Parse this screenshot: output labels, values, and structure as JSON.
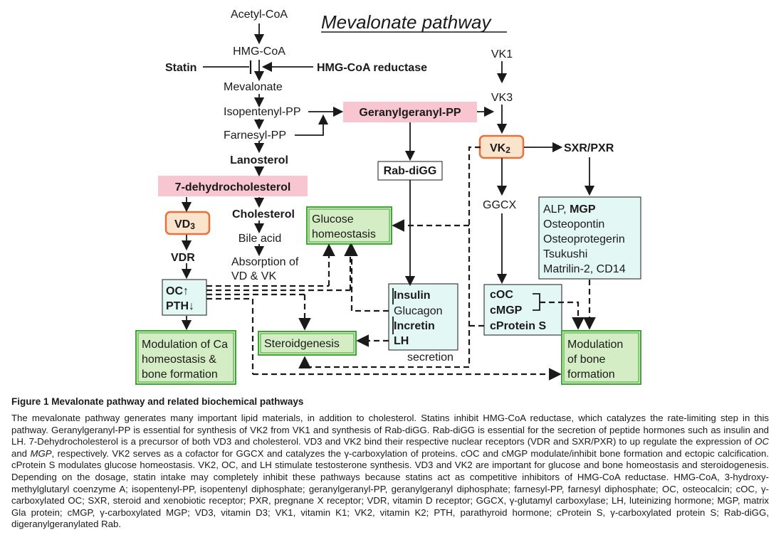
{
  "diagram": {
    "title": "Mevalonate pathway",
    "nodes": {
      "acetyl_coa": "Acetyl-CoA",
      "hmg_coa": "HMG-CoA",
      "statin": "Statin",
      "hmg_coa_reductase": "HMG-CoA reductase",
      "mevalonate": "Mevalonate",
      "isopentenyl_pp": "Isopentenyl-PP",
      "farnesyl_pp": "Farnesyl-PP",
      "geranylgeranyl_pp": "Geranylgeranyl-PP",
      "lanosterol": "Lanosterol",
      "dehydrocholesterol": "7-dehydrocholesterol",
      "cholesterol": "Cholesterol",
      "bile_acid": "Bile acid",
      "absorption_line1": "Absorption of",
      "absorption_line2": "VD & VK",
      "vd3": "VD",
      "vd3_sub": "3",
      "vdr": "VDR",
      "oc_up": "OC↑",
      "pth_down": "PTH↓",
      "rab_digg": "Rab-diGG",
      "glucose_line1": "Glucose",
      "glucose_line2": "homeostasis",
      "vk1": "VK1",
      "vk3": "VK3",
      "vk2": "VK",
      "vk2_sub": "2",
      "sxr_pxr": "SXR/PXR",
      "ggcx": "GGCX",
      "alp_prefix": "ALP, ",
      "mgp": "MGP",
      "osteopontin": "Osteopontin",
      "osteoprotegerin": "Osteoprotegerin",
      "tsukushi": "Tsukushi",
      "matrilin": "Matrilin-2, CD14",
      "insulin": "Insulin",
      "glucagon": "Glucagon",
      "incretin": "Incretin",
      "lh": "LH",
      "secretion": "secretion",
      "coc": "cOC",
      "cmgp": "cMGP",
      "cprotein_s": "cProtein S",
      "modulation_ca_line1": "Modulation of Ca",
      "modulation_ca_line2": "homeostasis &",
      "modulation_ca_line3": "bone formation",
      "steroidgenesis": "Steroidgenesis",
      "modulation_bone_line1": "Modulation",
      "modulation_bone_line2": "of bone",
      "modulation_bone_line3": "formation"
    }
  },
  "caption": {
    "title": "Figure 1 Mevalonate pathway and related biochemical pathways",
    "body_parts": [
      "The mevalonate pathway generates many important lipid materials, in addition to cholesterol. Statins inhibit HMG-CoA reductase, which catalyzes the rate-limiting step in this pathway. Geranylgeranyl-PP is essential for synthesis of VK2 from VK1 and synthesis of Rab-diGG. Rab-diGG is essential for the secretion of peptide hormones such as insulin and LH. 7-Dehydrocholesterol is a precursor of both VD3 and cholesterol. VD3 and VK2 bind their respective nuclear receptors (VDR and SXR/PXR) to up regulate the expression of ",
      "OC",
      " and ",
      "MGP",
      ", respectively. VK2 serves as a cofactor for GGCX and catalyzes the γ-carboxylation of proteins. cOC and cMGP modulate/inhibit bone formation and ectopic calcification. cProtein S modulates glucose homeostasis. VK2, OC, and LH stimulate testosterone synthesis. VD3 and VK2 are important for glucose and bone homeostasis and steroidogenesis. Depending on the dosage, statin intake may completely inhibit these pathways because statins act as competitive inhibitors of HMG-CoA reductase. HMG-CoA, 3-hydroxy-methylglutaryl coenzyme A; isopentenyl-PP, isopentenyl diphosphate; geranylgeranyl-PP, geranylgeranyl diphosphate; farnesyl-PP, farnesyl diphosphate; OC, osteocalcin; cOC, γ-carboxylated OC; SXR, steroid and xenobiotic receptor; PXR, pregnane X receptor; VDR, vitamin D receptor; GGCX, γ-glutamyl carboxylase; LH, luteinizing hormone; MGP, matrix Gla protein; cMGP, γ-carboxylated MGP; VD3, vitamin D3; VK1, vitamin K1; VK2, vitamin K2; PTH, parathyroid hormone; cProtein S, γ-carboxylated protein S; Rab-diGG, digeranylgeranylated Rab."
    ]
  },
  "colors": {
    "pink_highlight": "#f7c6d0",
    "orange_border": "#e8703a",
    "orange_fill": "#fbe3cc",
    "green_border": "#3fa535",
    "green_fill": "#d5edc4",
    "cyan_fill": "#e3f7f5",
    "line": "#1a1a1a"
  }
}
